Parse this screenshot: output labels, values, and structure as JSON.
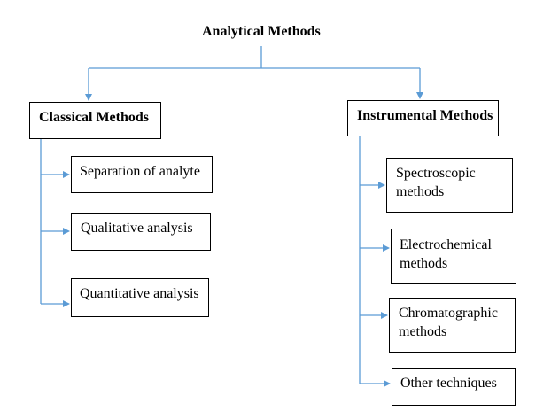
{
  "diagram": {
    "title": "Analytical Methods",
    "connector_color": "#5B9BD5",
    "left_branch": {
      "label": "Classical Methods",
      "children": [
        {
          "label": "Separation of analyte"
        },
        {
          "label": "Qualitative analysis"
        },
        {
          "label": "Quantitative analysis"
        }
      ]
    },
    "right_branch": {
      "label": "Instrumental Methods",
      "children": [
        {
          "line1": "Spectroscopic",
          "line2": "methods"
        },
        {
          "line1": "Electrochemical",
          "line2": "methods"
        },
        {
          "line1": "Chromatographic",
          "line2": "methods"
        },
        {
          "line1": "Other techniques",
          "line2": ""
        }
      ]
    }
  }
}
